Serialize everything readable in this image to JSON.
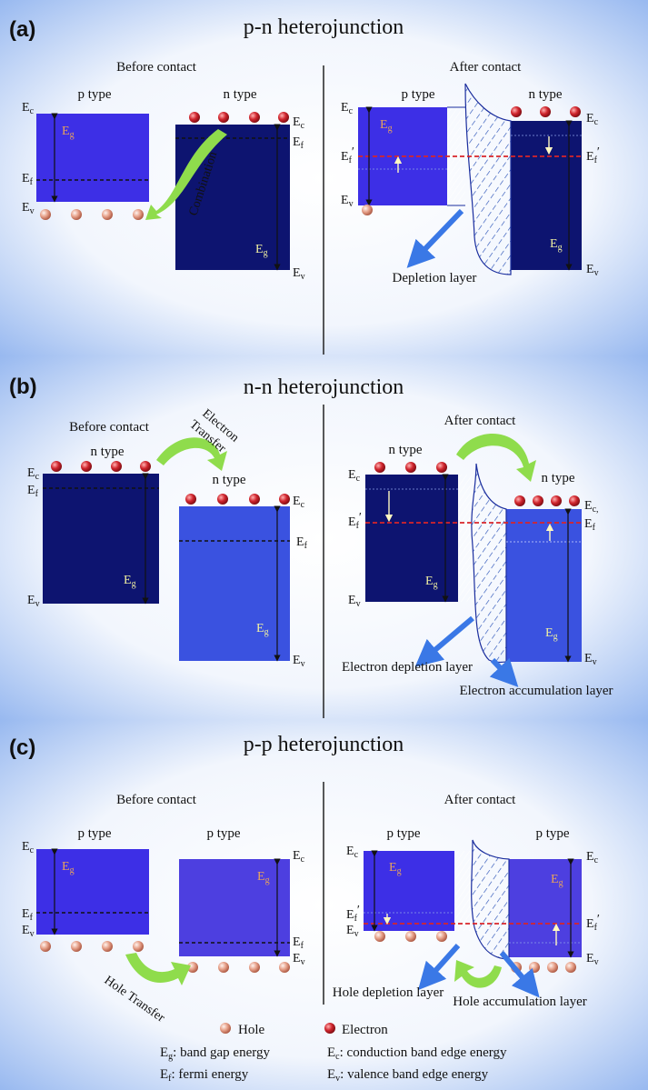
{
  "panels": [
    {
      "id": "a",
      "label": "(a)",
      "title": "p-n heterojunction",
      "before": {
        "heading": "Before contact",
        "left_type": "p type",
        "right_type": "n type",
        "transfer_label": "Combination",
        "left_Ec": "E",
        "left_Ec_sub": "c",
        "left_Ef": "E",
        "left_Ef_sub": "f",
        "left_Ev": "E",
        "left_Ev_sub": "v",
        "left_Eg": "E",
        "left_Eg_sub": "g",
        "right_Ec": "E",
        "right_Ec_sub": "c",
        "right_Ef": "E",
        "right_Ef_sub": "f",
        "right_Ev": "E",
        "right_Ev_sub": "v",
        "right_Eg": "E",
        "right_Eg_sub": "g"
      },
      "after": {
        "heading": "After contact",
        "left_type": "p type",
        "right_type": "n type",
        "layer1": "Depletion layer",
        "left_Ec": "E",
        "left_Ec_sub": "c",
        "left_Ef": "E",
        "left_Ef_sub": "f",
        "left_Ef_prime": "′",
        "left_Ev": "E",
        "left_Ev_sub": "v",
        "left_Eg": "E",
        "left_Eg_sub": "g",
        "right_Ec": "E",
        "right_Ec_sub": "c",
        "right_Ef": "E",
        "right_Ef_sub": "f",
        "right_Ef_prime": "′",
        "right_Ev": "E",
        "right_Ev_sub": "v",
        "right_Eg": "E",
        "right_Eg_sub": "g"
      }
    },
    {
      "id": "b",
      "label": "(b)",
      "title": "n-n heterojunction",
      "before": {
        "heading": "Before contact",
        "left_type": "n type",
        "right_type": "n type",
        "transfer_line1": "Electron",
        "transfer_line2": "Transfer",
        "left_Ec": "E",
        "left_Ec_sub": "c",
        "left_Ef": "E",
        "left_Ef_sub": "f",
        "left_Ev": "E",
        "left_Ev_sub": "v",
        "left_Eg": "E",
        "left_Eg_sub": "g",
        "right_Ec": "E",
        "right_Ec_sub": "c",
        "right_Ef": "E",
        "right_Ef_sub": "f",
        "right_Ev": "E",
        "right_Ev_sub": "v",
        "right_Eg": "E",
        "right_Eg_sub": "g"
      },
      "after": {
        "heading": "After contact",
        "left_type": "n type",
        "right_type": "n type",
        "layer1": "Electron depletion layer",
        "layer2": "Electron accumulation layer",
        "left_Ec": "E",
        "left_Ec_sub": "c",
        "left_Ef": "E",
        "left_Ef_sub": "f",
        "left_Ef_prime": "′",
        "left_Ev": "E",
        "left_Ev_sub": "v",
        "left_Eg": "E",
        "left_Eg_sub": "g",
        "right_Ec": "E",
        "right_Ec_sub": "c,",
        "right_Ef": "E",
        "right_Ef_sub": "f",
        "right_Ev": "E",
        "right_Ev_sub": "v",
        "right_Eg": "E",
        "right_Eg_sub": "g"
      }
    },
    {
      "id": "c",
      "label": "(c)",
      "title": "p-p heterojunction",
      "before": {
        "heading": "Before contact",
        "left_type": "p type",
        "right_type": "p type",
        "transfer_line1": "Hole Transfer",
        "left_Ec": "E",
        "left_Ec_sub": "c",
        "left_Ef": "E",
        "left_Ef_sub": "f",
        "left_Ev": "E",
        "left_Ev_sub": "v",
        "left_Eg": "E",
        "left_Eg_sub": "g",
        "right_Ec": "E",
        "right_Ec_sub": "c",
        "right_Ef": "E",
        "right_Ef_sub": "f",
        "right_Ev": "E",
        "right_Ev_sub": "v",
        "right_Eg": "E",
        "right_Eg_sub": "g"
      },
      "after": {
        "heading": "After contact",
        "left_type": "p type",
        "right_type": "p type",
        "layer1": "Hole depletion layer",
        "layer2": "Hole accumulation layer",
        "left_Ec": "E",
        "left_Ec_sub": "c",
        "left_Ef": "E",
        "left_Ef_sub": "f",
        "left_Ef_prime": "′",
        "left_Ev": "E",
        "left_Ev_sub": "v",
        "left_Eg": "E",
        "left_Eg_sub": "g",
        "right_Ec": "E",
        "right_Ec_sub": "c",
        "right_Ef": "E",
        "right_Ef_sub": "f",
        "right_Ef_prime": "′",
        "right_Ev": "E",
        "right_Ev_sub": "v",
        "right_Eg": "E",
        "right_Eg_sub": "g"
      }
    }
  ],
  "legend": {
    "hole": "Hole",
    "electron": "Electron",
    "eg_sym": "E",
    "eg_sub": "g",
    "eg_desc": ": band gap energy",
    "ef_sym": "E",
    "ef_sub": "f",
    "ef_desc": ": fermi energy",
    "ec_sym": "E",
    "ec_sub": "c",
    "ec_desc": ": conduction band edge energy",
    "ev_sym": "E",
    "ev_sub": "v",
    "ev_desc": ": valence band edge energy"
  },
  "colors": {
    "p_band": "#3d2fe6",
    "n_band": "#0d1470",
    "n_band_light": "#3a52e0",
    "p_band_light": "#4d3fe0",
    "fermi_after": "#d8252a",
    "eg_label": "#e8a35c",
    "eg_label_light": "#f0f0a0",
    "arrow_green": "#8fdc4c",
    "arrow_blue": "#2e6fe0",
    "hole": "#e2967e",
    "electron": "#c8202a"
  }
}
